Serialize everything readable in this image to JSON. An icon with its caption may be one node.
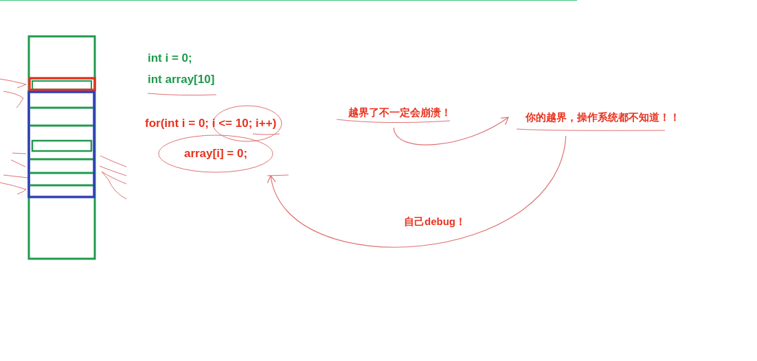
{
  "diagram": {
    "nodes": [
      {
        "text": [
          "array[i] = 0;"
        ]
      },
      {
        "text": [
          "越界了不一定会崩溃！"
        ]
      },
      {
        "text": [
          "你的越界，操作系统都不知道！！"
        ]
      }
    ],
    "edges": [
      {
        "from": 1,
        "to": 2,
        "arrow": "to"
      },
      {
        "from": 2,
        "to": 0,
        "arrow": "to",
        "label": "自己debug！"
      }
    ],
    "labels": [
      "int i = 0;",
      "int array[10]",
      "for(int i = 0; i <= 10; i++)"
    ]
  }
}
